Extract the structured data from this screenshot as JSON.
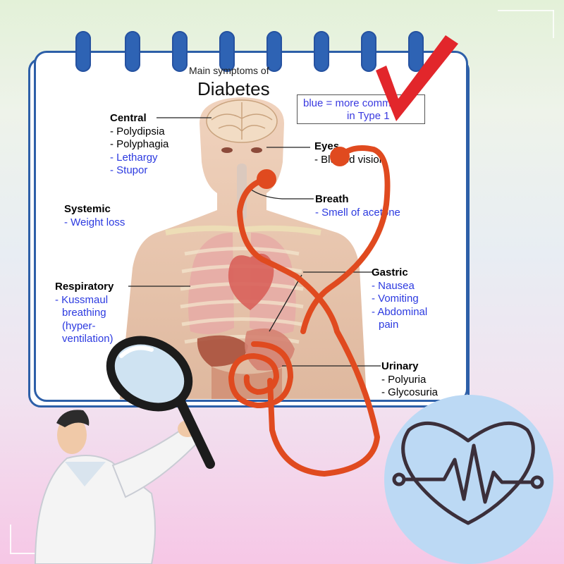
{
  "diagram": {
    "title_small": "Main symptoms of",
    "title_big": "Diabetes",
    "legend": {
      "line1": "blue = more common",
      "line2": "in Type 1"
    },
    "sections": [
      {
        "id": "central",
        "heading": "Central",
        "items": [
          {
            "text": "- Polydipsia",
            "type1": false
          },
          {
            "text": "- Polyphagia",
            "type1": false
          },
          {
            "text": "- Lethargy",
            "type1": true
          },
          {
            "text": "- Stupor",
            "type1": true
          }
        ]
      },
      {
        "id": "systemic",
        "heading": "Systemic",
        "items": [
          {
            "text": "- Weight loss",
            "type1": true
          }
        ]
      },
      {
        "id": "respiratory",
        "heading": "Respiratory",
        "items": [
          {
            "text": "- Kussmaul",
            "type1": true
          },
          {
            "text": "breathing",
            "type1": true
          },
          {
            "text": "(hyper-",
            "type1": true
          },
          {
            "text": "ventilation)",
            "type1": true
          }
        ]
      },
      {
        "id": "eyes",
        "heading": "Eyes",
        "items": [
          {
            "text": "- Blurred vision",
            "type1": false
          }
        ]
      },
      {
        "id": "breath",
        "heading": "Breath",
        "items": [
          {
            "text": "- Smell of acetone",
            "type1": true
          }
        ]
      },
      {
        "id": "gastric",
        "heading": "Gastric",
        "items": [
          {
            "text": "- Nausea",
            "type1": true
          },
          {
            "text": "- Vomiting",
            "type1": true
          },
          {
            "text": "- Abdominal",
            "type1": true
          },
          {
            "text": "pain",
            "type1": true
          }
        ]
      },
      {
        "id": "urinary",
        "heading": "Urinary",
        "items": [
          {
            "text": "- Polyuria",
            "type1": false
          },
          {
            "text": "- Glycosuria",
            "type1": false
          }
        ]
      }
    ]
  },
  "icons": {
    "checkmark": "checkmark-icon",
    "stethoscope": "stethoscope-icon",
    "magnifier": "magnifying-glass-icon",
    "heartbeat": "heartbeat-icon",
    "doctor": "doctor-figure"
  },
  "colors": {
    "calendar_border": "#2d5fa8",
    "ring": "#2e63b4",
    "type1_text": "#2c3ae0",
    "checkmark": "#e2262b",
    "stethoscope": "#e04a1f",
    "heart_circle": "#bcd9f4",
    "heart_line": "#3b2f3a",
    "skin": "#e8c2a7"
  }
}
